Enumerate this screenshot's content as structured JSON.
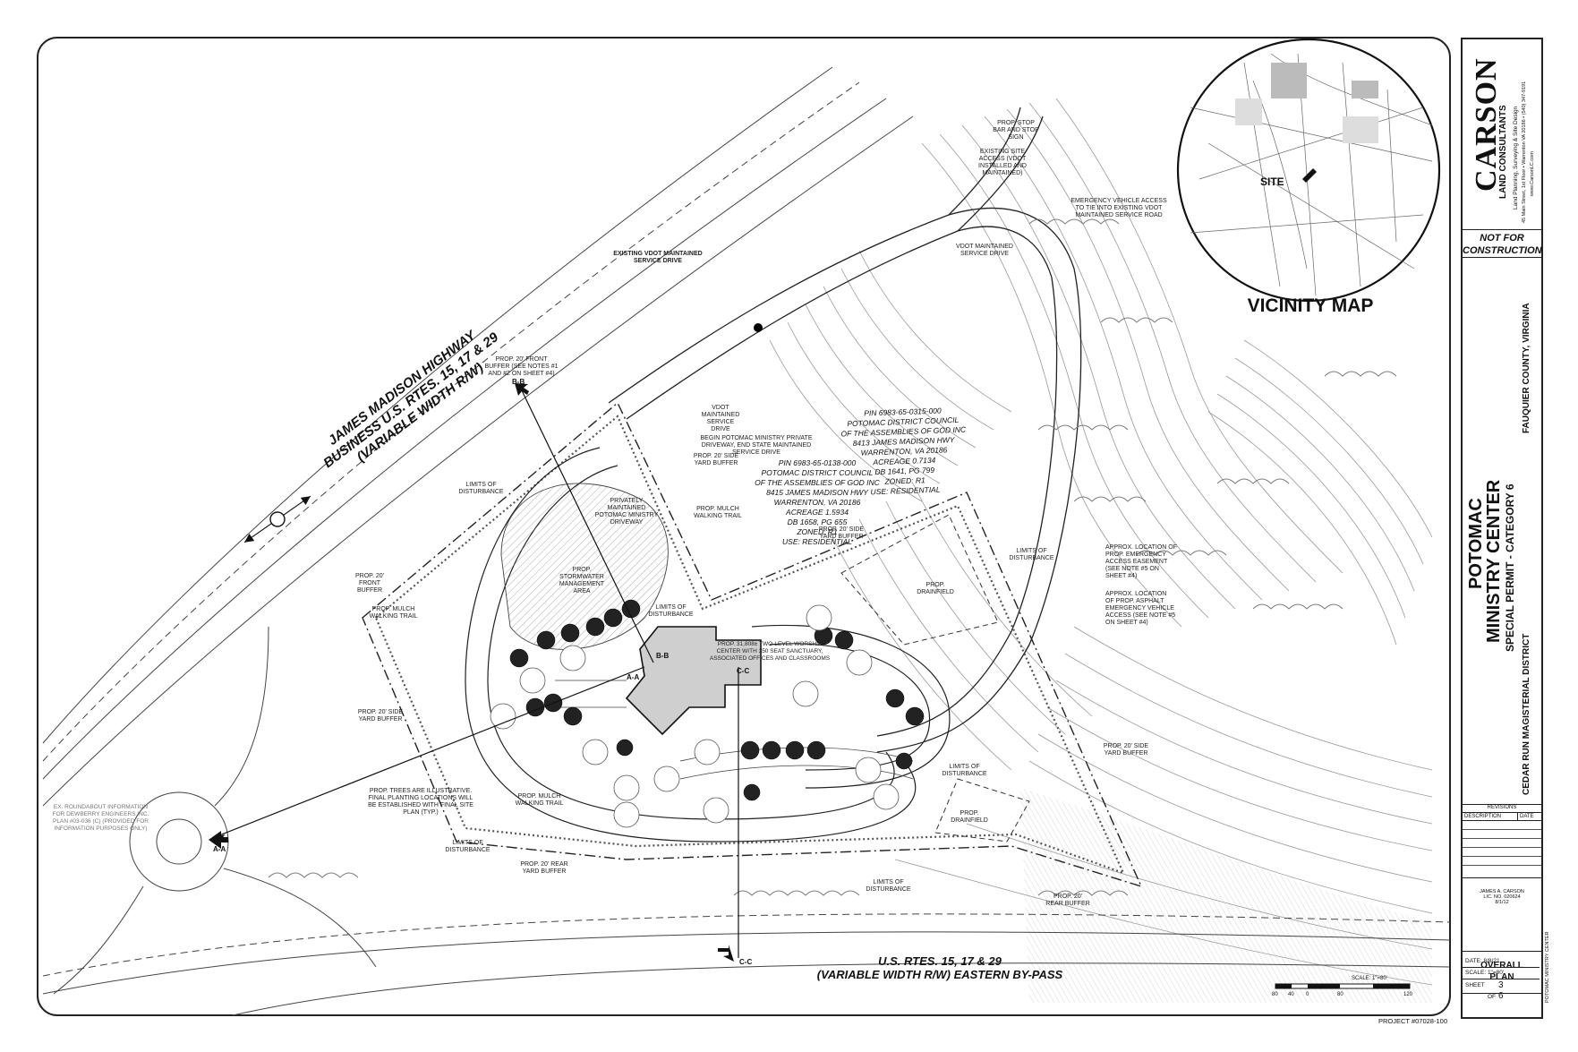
{
  "project": {
    "title_line1": "POTOMAC",
    "title_line2": "MINISTRY CENTER",
    "subtitle": "SPECIAL PERMIT - CATEGORY 6",
    "county": "FAUQUIER COUNTY, VIRGINIA",
    "district": "CEDAR RUN MAGISTERIAL DISTRICT",
    "project_number": "PROJECT #07028-100",
    "side_stamp": "POTOMAC MINISTRY CENTER"
  },
  "firm": {
    "name": "CARSON",
    "sub": "LAND CONSULTANTS",
    "services": "Land Planning, Surveying & Site Design",
    "address": "45 Main Street, 1st Floor • Warrenton VA 20186 • (540) 347-9191",
    "web": "www.CarsonLC.com"
  },
  "status": {
    "line1": "NOT FOR",
    "line2": "CONSTRUCTION"
  },
  "revisions": {
    "title": "REVISIONS",
    "col_description": "DESCRIPTION",
    "col_date": "DATE"
  },
  "seal": {
    "name": "JAMES A. CARSON",
    "lic": "LIC. NO. 020624",
    "date": "8/1/12"
  },
  "sheet": {
    "title1": "OVERALL",
    "title2": "PLAN",
    "date_label": "DATE:",
    "date_value": "8/8/21",
    "scale_label": "SCALE:",
    "scale_value": "1\"=80'",
    "sheet_label": "SHEET",
    "sheet_num": "3",
    "of_label": "OF",
    "of_num": "6"
  },
  "vicinity": {
    "title": "VICINITY MAP",
    "site_label": "SITE"
  },
  "roads": {
    "hwy_line1": "JAMES MADISON HIGHWAY",
    "hwy_line2": "BUSINESS U.S. RTES. 15, 17 & 29",
    "hwy_line3": "(VARIABLE WIDTH R/W)",
    "bypass_line1": "U.S. RTES. 15, 17 & 29",
    "bypass_line2": "(VARIABLE WIDTH R/W) EASTERN BY-PASS"
  },
  "parcels": {
    "p1": [
      "PIN 6983-65-0315-000",
      "POTOMAC DISTRICT COUNCIL",
      "OF THE ASSEMBLIES OF GOD INC",
      "8413 JAMES MADISON HWY",
      "WARRENTON, VA 20186",
      "ACREAGE 0.7134",
      "DB 1641, PG 799",
      "ZONED: R1",
      "USE: RESIDENTIAL"
    ],
    "p2": [
      "PIN 6983-65-0138-000",
      "POTOMAC DISTRICT COUNCIL",
      "OF THE ASSEMBLIES OF GOD INC",
      "8415 JAMES MADISON HWY",
      "WARRENTON, VA 20186",
      "ACREAGE 1.5934",
      "DB 1658, PG 655",
      "ZONED: R1",
      "USE: RESIDENTIAL"
    ]
  },
  "notes": {
    "vdot_drive": [
      "EXISTING VDOT MAINTAINED",
      "SERVICE DRIVE"
    ],
    "stop_sign": [
      "PROP. STOP",
      "BAR AND STOP",
      "SIGN"
    ],
    "existing_site": [
      "EXISTING SITE",
      "ACCESS (VDOT",
      "INSTALLED AND",
      "MAINTAINED)"
    ],
    "emergency": [
      "EMERGENCY VEHICLE ACCESS",
      "TO TIE INTO EXISTING VDOT",
      "MAINTAINED SERVICE ROAD"
    ],
    "vdot_service": [
      "VDOT MAINTAINED",
      "SERVICE DRIVE"
    ],
    "front_buffer_top": [
      "PROP. 20' FRONT",
      "BUFFER (SEE NOTES #1",
      "AND #2 ON SHEET #4)"
    ],
    "vdot_maint": [
      "VDOT",
      "MAINTAINED",
      "SERVICE",
      "DRIVE"
    ],
    "begin_private": [
      "BEGIN POTOMAC MINISTRY PRIVATE",
      "DRIVEWAY, END STATE MAINTAINED",
      "SERVICE DRIVE"
    ],
    "side_buffer_top": [
      "PROP. 20' SIDE",
      "YARD BUFFER"
    ],
    "private_drive": [
      "PRIVATELY MAINTAINED",
      "POTOMAC MINISTRY",
      "DRIVEWAY"
    ],
    "mulch_trail": [
      "PROP. MULCH",
      "WALKING TRAIL"
    ],
    "limits1": [
      "LIMITS OF",
      "DISTURBANCE"
    ],
    "side_buffer_mid": [
      "PROP. 20' SIDE",
      "YARD BUFFER"
    ],
    "stormwater": [
      "PROP.",
      "STORMWATER",
      "MANAGEMENT",
      "AREA"
    ],
    "front_buffer": [
      "PROP. 20'",
      "FRONT",
      "BUFFER"
    ],
    "mulch_trail2": [
      "PROP. MULCH",
      "WALKING TRAIL"
    ],
    "limits2": [
      "LIMITS OF",
      "DISTURBANCE"
    ],
    "building": [
      "PROP. 31,808± TWO-LEVEL WORSHIP",
      "CENTER WITH 350 SEAT SANCTUARY,",
      "ASSOCIATED OFFICES AND CLASSROOMS"
    ],
    "drainfield1": [
      "PROP.",
      "DRAINFIELD"
    ],
    "limits3": [
      "LIMITS OF",
      "DISTURBANCE"
    ],
    "approx1": [
      "APPROX. LOCATION OF",
      "PROP. EMERGENCY",
      "ACCESS EASEMENT",
      "(SEE NOTE #5 ON",
      "SHEET #4)"
    ],
    "approx2": [
      "APPROX. LOCATION",
      "OF PROP. ASPHALT",
      "EMERGENCY VEHICLE",
      "ACCESS (SEE NOTE #5",
      "ON SHEET #4)"
    ],
    "side_buffer_left": [
      "PROP. 20' SIDE",
      "YARD BUFFER"
    ],
    "trees_note": [
      "PROP. TREES ARE ILLUSTRATIVE.",
      "FINAL PLANTING LOCATIONS WILL",
      "BE ESTABLISHED WITH FINAL SITE",
      "PLAN (TYP.)"
    ],
    "mulch_trail3": [
      "PROP. MULCH",
      "WALKING TRAIL"
    ],
    "limits4": [
      "LIMITS OF",
      "DISTURBANCE"
    ],
    "rear_buffer": [
      "PROP. 20' REAR",
      "YARD BUFFER"
    ],
    "limits5": [
      "LIMITS OF",
      "DISTURBANCE"
    ],
    "side_buffer_right": [
      "PROP. 20' SIDE",
      "YARD BUFFER"
    ],
    "limits6": [
      "LIMITS OF",
      "DISTURBANCE"
    ],
    "drainfield2": [
      "PROP.",
      "DRAINFIELD"
    ],
    "rear_buffer2": [
      "PROP. 20'",
      "REAR BUFFER"
    ],
    "roundabout": [
      "EX. ROUNDABOUT INFORMATION",
      "FOR DEWBERRY ENGINEERS INC.",
      "PLAN #03-036 (C) (PROVIDED FOR",
      "INFORMATION PURPOSES ONLY)"
    ]
  },
  "sections": {
    "aa": "A-A",
    "bb": "B-B",
    "cc": "C-C"
  },
  "scale_bar": {
    "label": "SCALE: 1\"=80'",
    "ticks": [
      "80",
      "40",
      "0",
      "80",
      "120"
    ]
  }
}
